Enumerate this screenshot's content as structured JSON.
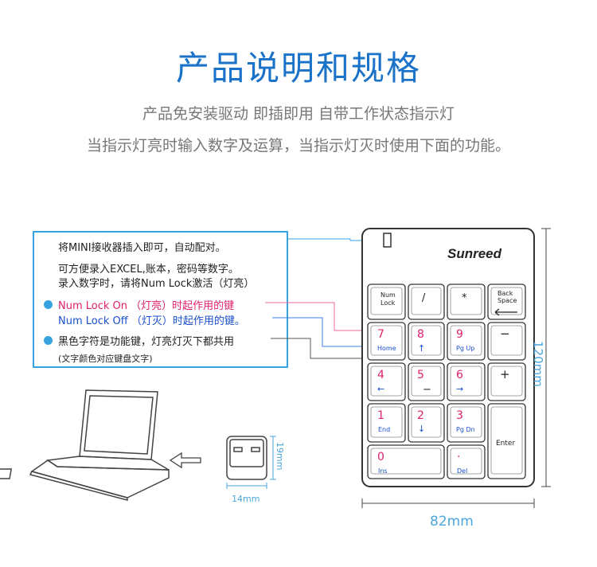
{
  "title": "产品说明和规格",
  "subtitle1": "产品免安装驱动 即插即用 自带工作状态指示灯",
  "subtitle2": "当指示灯亮时输入数字及运算，当指示灯灭时使用下面的功能。",
  "info": {
    "line1": "将MINI接收器插入即可，自动配对。",
    "line2": "可方便录入EXCEL,账本，密码等数字。",
    "line3": "录入数字时，请将Num Lock激活（灯亮）",
    "line4": "Num Lock On （灯亮）时起作用的键",
    "line5": "Num Lock Off （灯灭）时起作用的键。",
    "line6": "黑色字符是功能键，灯亮灯灭下都共用",
    "line7": "(文字颜色对应键盘文字)"
  },
  "brand": "Sunreed",
  "keys": {
    "numlock": [
      "Num",
      "Lock"
    ],
    "slash": "/",
    "star": "*",
    "backspace": [
      "Back",
      "Space"
    ],
    "minus": "−",
    "plus": "+",
    "enter": "Enter",
    "k7": "7",
    "k7f": "Home",
    "k8": "8",
    "k8f": "↑",
    "k9": "9",
    "k9f": "Pg Up",
    "k4": "4",
    "k4f": "←",
    "k5": "5",
    "k5f": "−",
    "k6": "6",
    "k6f": "→",
    "k1": "1",
    "k1f": "End",
    "k2": "2",
    "k2f": "↓",
    "k3": "3",
    "k3f": "Pg Dn",
    "k0": "0",
    "k0f": "Ins",
    "kdot": ".",
    "kdotf": "Del"
  },
  "dimensions": {
    "height": "120mm",
    "width": "82mm",
    "receiver_w": "14mm",
    "receiver_h": "19mm"
  },
  "colors": {
    "accent": "#1a73c8",
    "numlock_on": "#e0206c",
    "numlock_off": "#1a4fcc",
    "dimension": "#4aa6dd"
  }
}
